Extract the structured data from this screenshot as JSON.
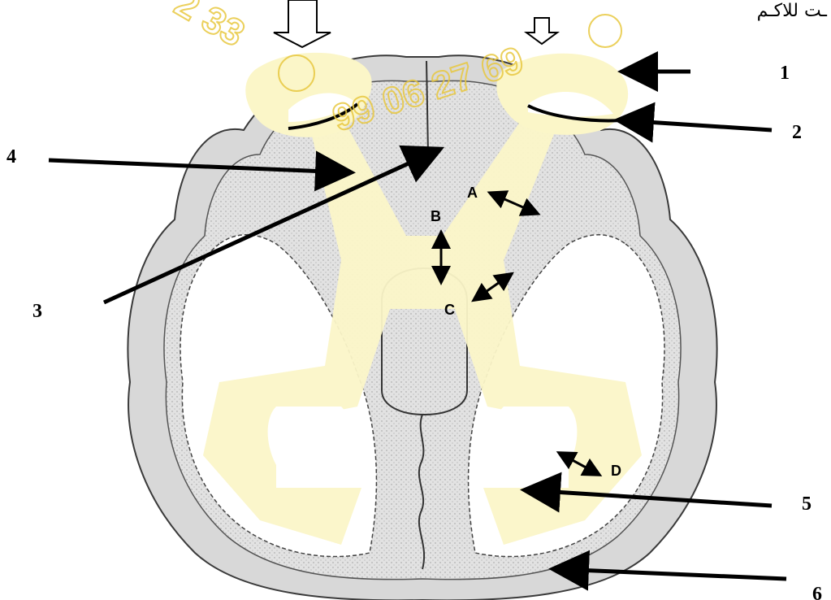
{
  "header": {
    "partial_text": "ـت للاكـم"
  },
  "watermark": {
    "phone_prefix": "2 33",
    "phone_number": "99 06 27 69"
  },
  "labels": {
    "numbers": [
      "1",
      "2",
      "3",
      "4",
      "5",
      "6"
    ],
    "letters": [
      "A",
      "B",
      "C",
      "D"
    ]
  },
  "colors": {
    "nerve_fiber": "#fbf6c8",
    "gray_tissue": "#d8d8d8",
    "outline": "#3a3a3a",
    "watermark": "#e8c840"
  }
}
